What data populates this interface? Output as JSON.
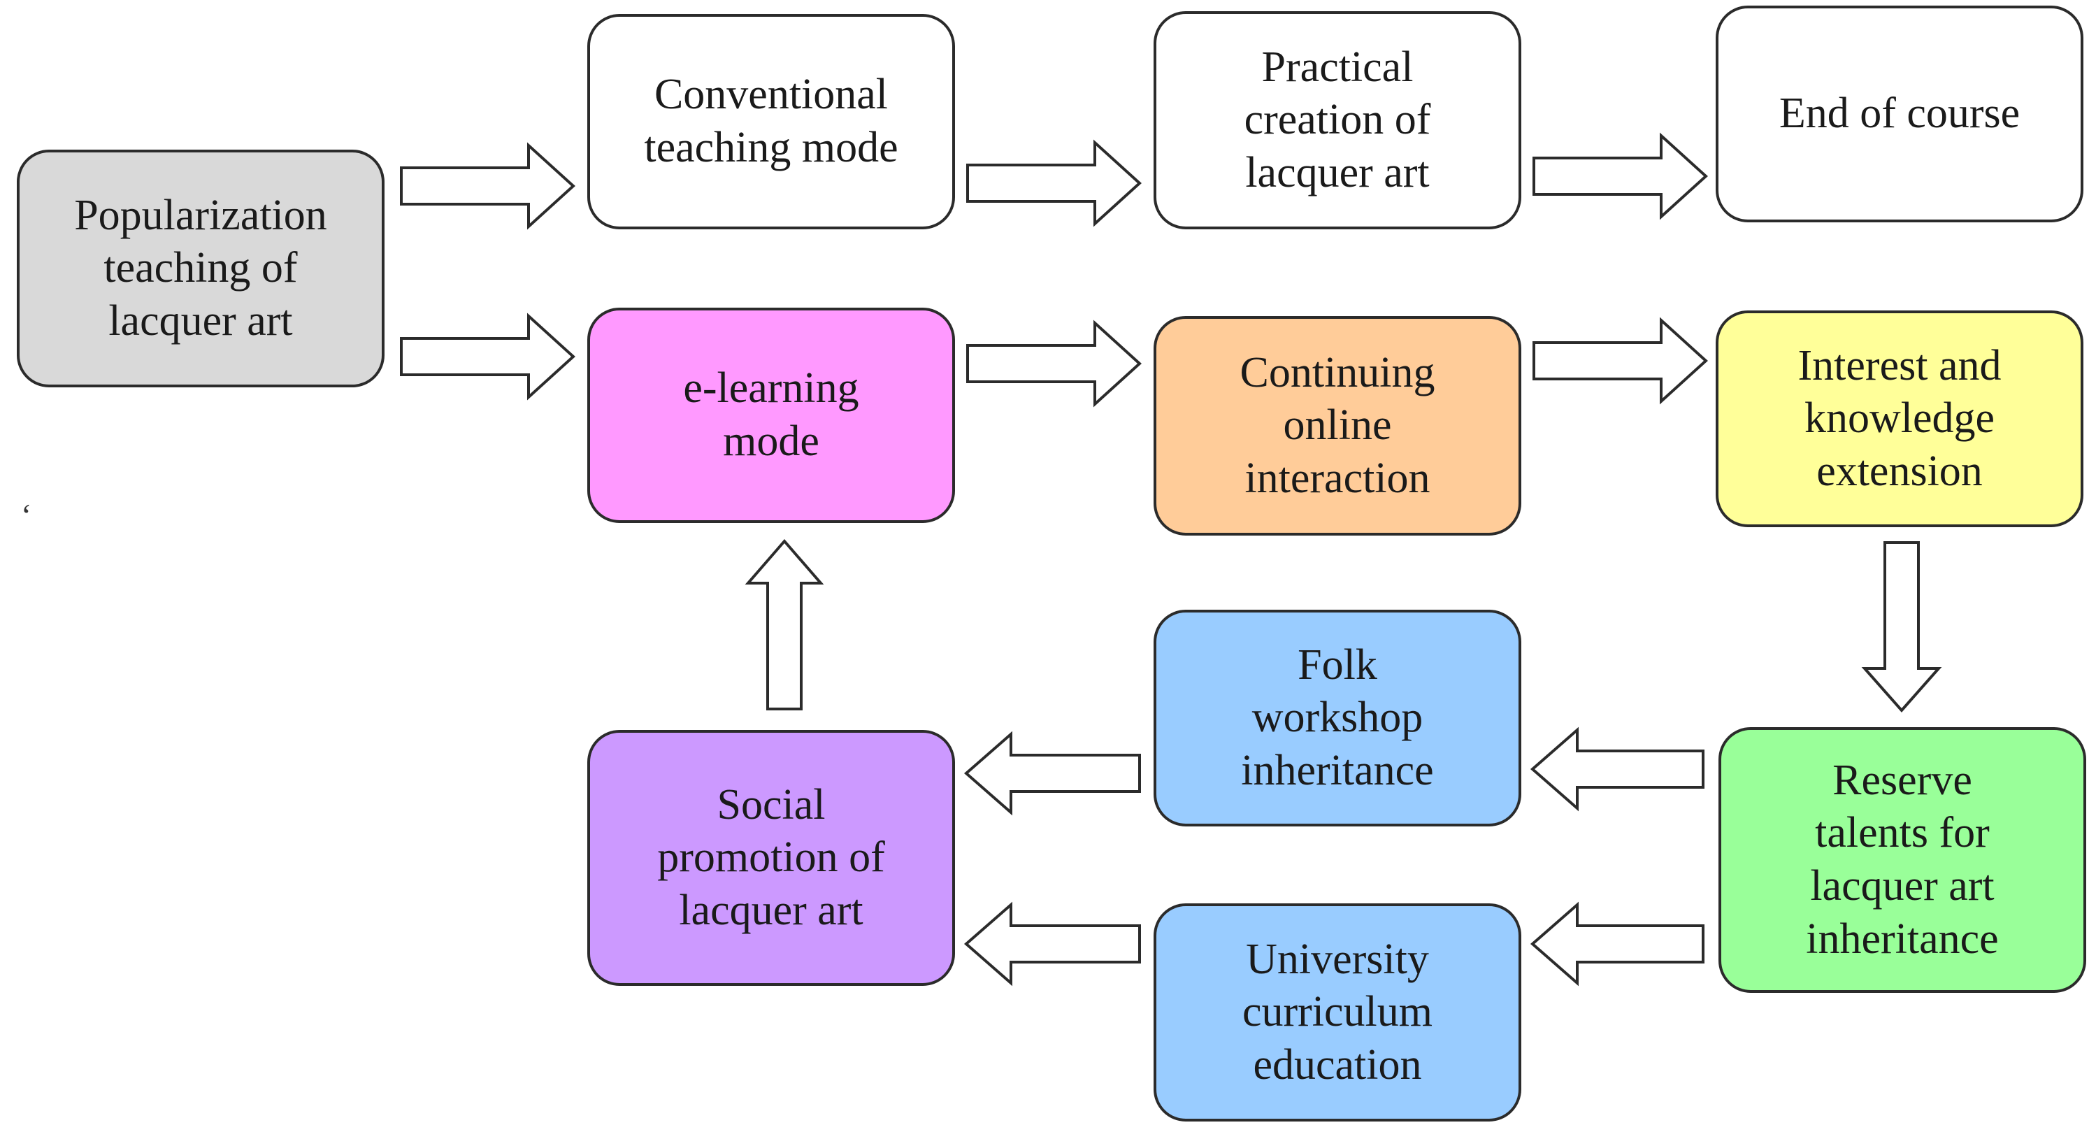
{
  "nodes": {
    "popularization": {
      "label": "Popularization\nteaching of\nlacquer art",
      "fill": "#d9d9d9"
    },
    "conventional": {
      "label": "Conventional\nteaching mode",
      "fill": "#ffffff"
    },
    "practical": {
      "label": "Practical\ncreation of\nlacquer art",
      "fill": "#ffffff"
    },
    "end_course": {
      "label": "End of course",
      "fill": "#ffffff"
    },
    "elearning": {
      "label": "e-learning\nmode",
      "fill": "#ff99ff"
    },
    "continuing": {
      "label": "Continuing\nonline\ninteraction",
      "fill": "#ffcc99"
    },
    "interest": {
      "label": "Interest and\nknowledge\nextension",
      "fill": "#ffff99"
    },
    "reserve": {
      "label": "Reserve\ntalents for\nlacquer art\ninheritance",
      "fill": "#99ff99"
    },
    "folk": {
      "label": "Folk\nworkshop\ninheritance",
      "fill": "#99ccff"
    },
    "university": {
      "label": "University\ncurriculum\neducation",
      "fill": "#99ccff"
    },
    "social": {
      "label": "Social\npromotion of\nlacquer art",
      "fill": "#cc99ff"
    }
  },
  "stray_mark": "‘"
}
